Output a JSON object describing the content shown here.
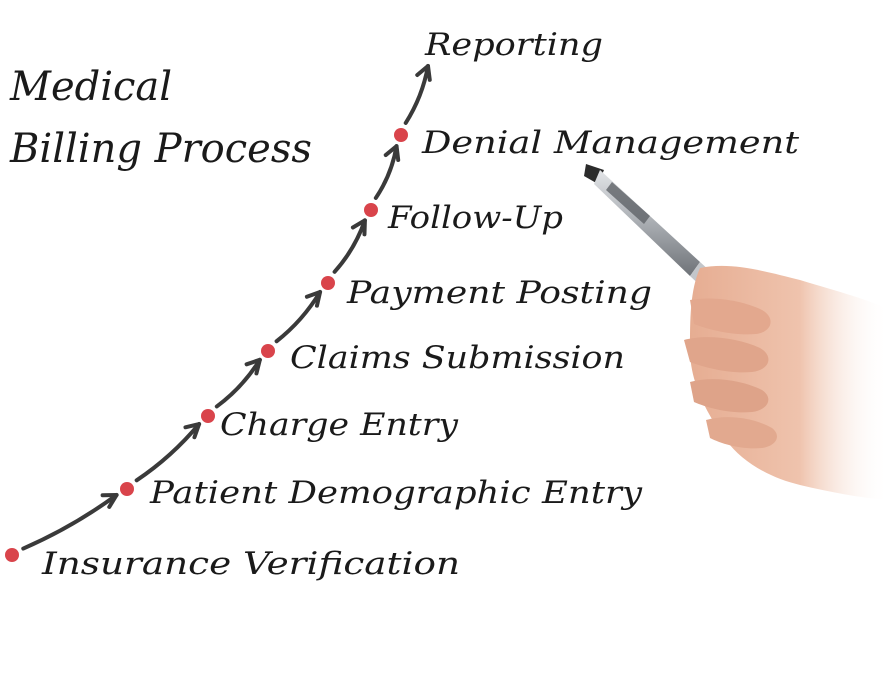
{
  "title": {
    "line1": "Medical",
    "line2": "Billing Process"
  },
  "steps": [
    "Insurance Verification",
    "Patient Demographic Entry",
    "Charge Entry",
    "Claims Submission",
    "Payment Posting",
    "Follow-Up",
    "Denial Management",
    "Reporting"
  ],
  "colors": {
    "ink": "#1a1a1a",
    "arrow": "#3a3a3a",
    "dot": "#d9444b",
    "background": "#ffffff",
    "skin": "#e9b9a1",
    "pen_body": "#b9bcc0",
    "pen_grip": "#5f6368"
  },
  "icons": {
    "step_marker": "dot",
    "hand": "hand-holding-pen"
  }
}
